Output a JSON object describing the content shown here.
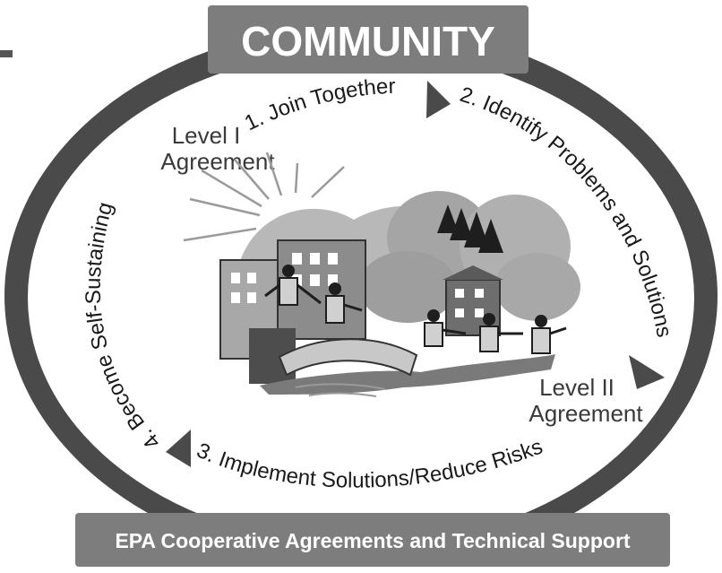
{
  "header": {
    "title": "COMMUNITY"
  },
  "footer": {
    "label": "EPA Cooperative Agreements and Technical Support"
  },
  "steps": {
    "join": "1. Join Together",
    "identify": "2. Identify Problems and Solutions",
    "implement": "3. Implement Solutions/Reduce Risks",
    "sustain": "4. Become Self-Sustaining"
  },
  "agreements": {
    "level1_line1": "Level I",
    "level1_line2": "Agreement",
    "level2_line1": "Level II",
    "level2_line2": "Agreement"
  },
  "colors": {
    "ring": "#4a4a4a",
    "inner": "#ffffff",
    "banner": "#7d7d7d",
    "text": "#1a1a1a",
    "bannerText": "#ffffff"
  }
}
